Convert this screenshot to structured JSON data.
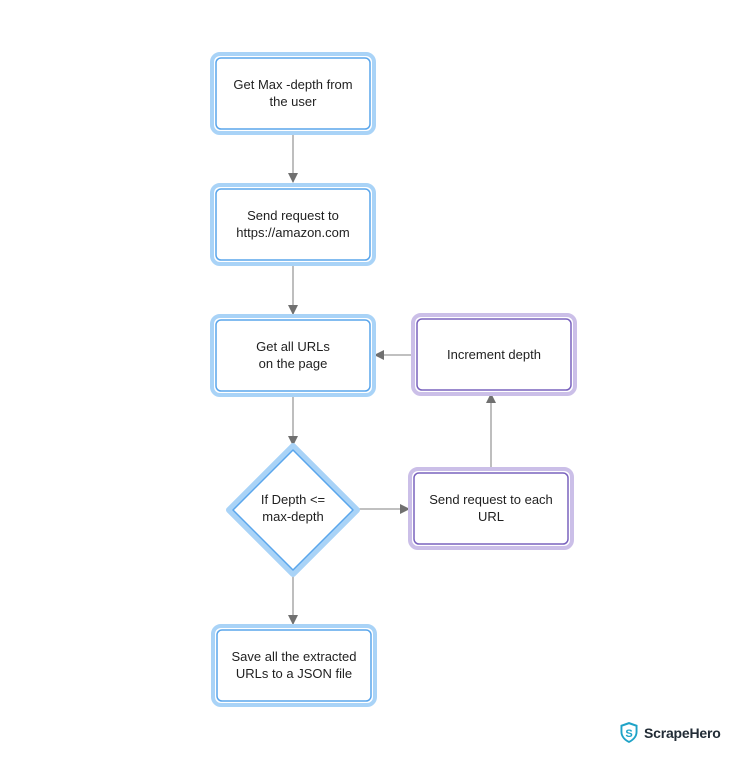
{
  "nodes": {
    "get_max_depth": {
      "lines": [
        "Get Max -depth from",
        "the user"
      ]
    },
    "send_request": {
      "lines": [
        "Send request to",
        "https://amazon.com"
      ]
    },
    "get_all_urls": {
      "lines": [
        "Get all URLs",
        "on the page"
      ]
    },
    "increment_depth": {
      "lines": [
        "Increment depth"
      ]
    },
    "depth_check": {
      "lines": [
        "If Depth <=",
        "max-depth"
      ]
    },
    "send_each": {
      "lines": [
        "Send request to each",
        "URL"
      ]
    },
    "save_json": {
      "lines": [
        "Save all the extracted",
        "URLs to a JSON file"
      ]
    }
  },
  "colors": {
    "blue_outer": "#a9d3f7",
    "blue_inner": "#5aa6ec",
    "purple_outer": "#cbbfe8",
    "purple_inner": "#7a63be",
    "arrow": "#8a8a8a",
    "arrow_head": "#707070",
    "text": "#1f1f1f",
    "brand_shield": "#1fa3c7"
  },
  "brand": {
    "name": "ScrapeHero",
    "logo_icon": "shield-s-icon"
  }
}
